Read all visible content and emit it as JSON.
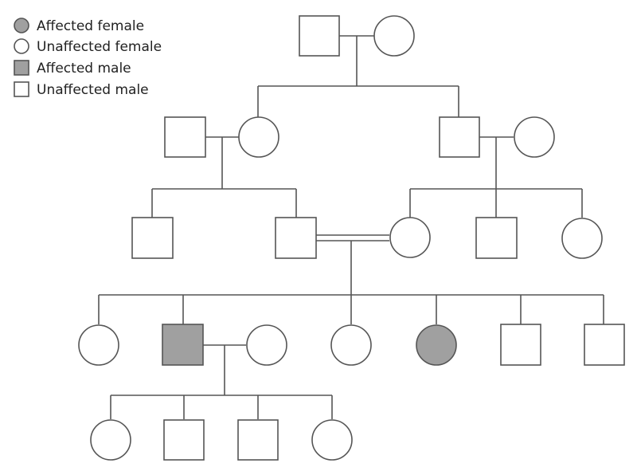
{
  "legend": {
    "affected_female": "Affected female",
    "unaffected_female": "Unaffected female",
    "affected_male": "Affected male",
    "unaffected_male": "Unaffected male"
  },
  "colors": {
    "affected_fill": "#a0a0a0",
    "unaffected_fill": "#ffffff",
    "stroke": "#555555"
  },
  "individuals": [
    {
      "id": "I-1",
      "sex": "male",
      "affected": false
    },
    {
      "id": "I-2",
      "sex": "female",
      "affected": false
    },
    {
      "id": "II-1",
      "sex": "male",
      "affected": false
    },
    {
      "id": "II-2",
      "sex": "female",
      "affected": false
    },
    {
      "id": "II-3",
      "sex": "male",
      "affected": false
    },
    {
      "id": "II-4",
      "sex": "female",
      "affected": false
    },
    {
      "id": "III-1",
      "sex": "male",
      "affected": false
    },
    {
      "id": "III-2",
      "sex": "male",
      "affected": false
    },
    {
      "id": "III-3",
      "sex": "female",
      "affected": false
    },
    {
      "id": "III-4",
      "sex": "male",
      "affected": false
    },
    {
      "id": "III-5",
      "sex": "female",
      "affected": false
    },
    {
      "id": "IV-1",
      "sex": "female",
      "affected": false
    },
    {
      "id": "IV-2",
      "sex": "male",
      "affected": true
    },
    {
      "id": "IV-2-spouse",
      "sex": "female",
      "affected": false
    },
    {
      "id": "IV-3",
      "sex": "female",
      "affected": false
    },
    {
      "id": "IV-4",
      "sex": "female",
      "affected": true
    },
    {
      "id": "IV-5",
      "sex": "male",
      "affected": false
    },
    {
      "id": "IV-6",
      "sex": "male",
      "affected": false
    },
    {
      "id": "V-1",
      "sex": "female",
      "affected": false
    },
    {
      "id": "V-2",
      "sex": "male",
      "affected": false
    },
    {
      "id": "V-3",
      "sex": "male",
      "affected": false
    },
    {
      "id": "V-4",
      "sex": "female",
      "affected": false
    }
  ],
  "relationships": [
    {
      "partners": [
        "I-1",
        "I-2"
      ],
      "consanguineous": false,
      "children": [
        "II-2",
        "II-3"
      ]
    },
    {
      "partners": [
        "II-1",
        "II-2"
      ],
      "consanguineous": false,
      "children": [
        "III-1",
        "III-2"
      ]
    },
    {
      "partners": [
        "II-3",
        "II-4"
      ],
      "consanguineous": false,
      "children": [
        "III-3",
        "III-4",
        "III-5"
      ]
    },
    {
      "partners": [
        "III-2",
        "III-3"
      ],
      "consanguineous": true,
      "children": [
        "IV-1",
        "IV-2",
        "IV-3",
        "IV-4",
        "IV-5",
        "IV-6"
      ]
    },
    {
      "partners": [
        "IV-2",
        "IV-2-spouse"
      ],
      "consanguineous": false,
      "children": [
        "V-1",
        "V-2",
        "V-3",
        "V-4"
      ]
    }
  ]
}
